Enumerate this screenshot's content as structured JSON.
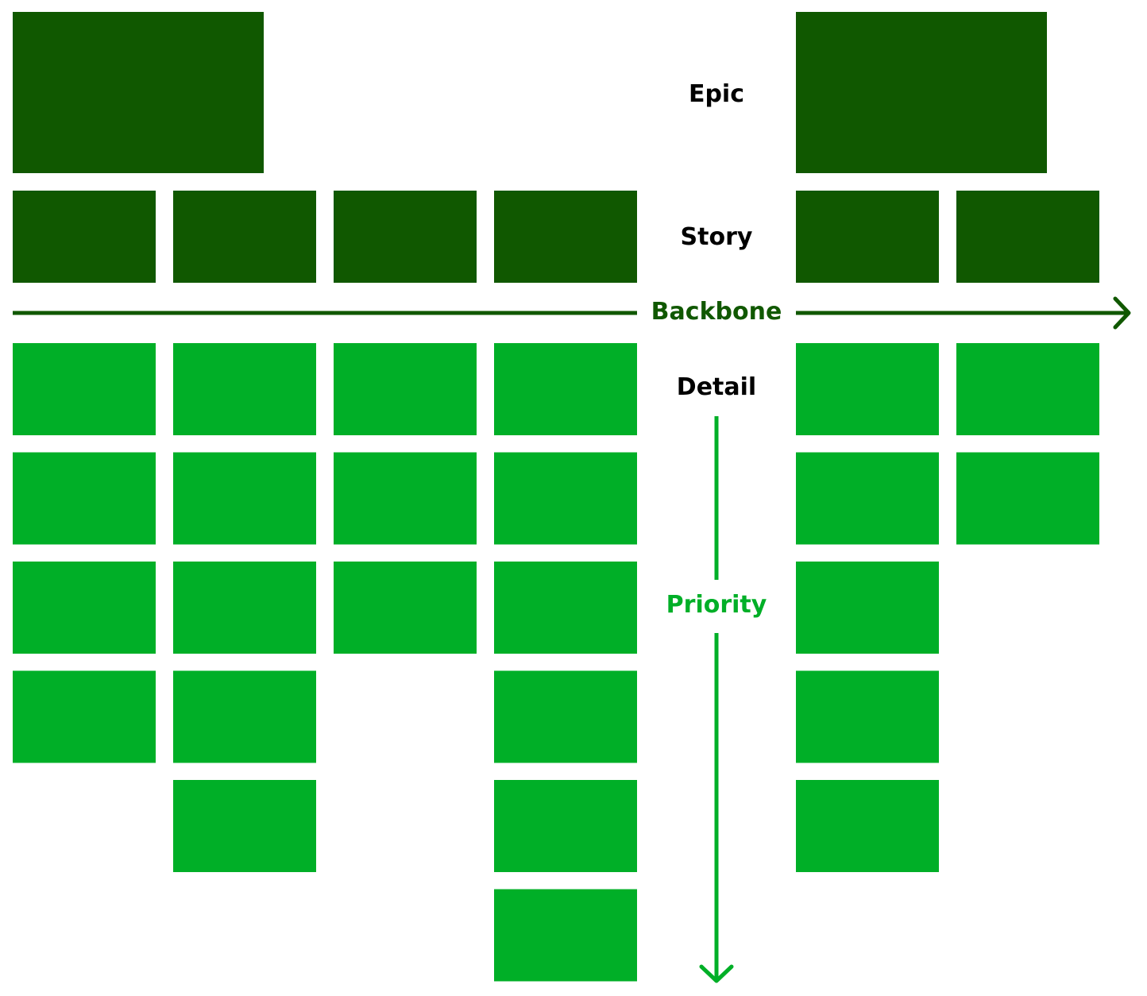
{
  "labels": {
    "epic": "Epic",
    "story": "Story",
    "backbone": "Backbone",
    "detail": "Detail",
    "priority": "Priority"
  },
  "colors": {
    "dark_green": "#105800",
    "bright_green": "#00AF27",
    "background": "#FFFFFF",
    "label_text": "#000000"
  },
  "groups": [
    {
      "name": "left",
      "epics": 1,
      "story_columns": [
        {
          "detail_cards": 4
        },
        {
          "detail_cards": 5
        },
        {
          "detail_cards": 3
        },
        {
          "detail_cards": 6
        }
      ]
    },
    {
      "name": "right",
      "epics": 1,
      "story_columns": [
        {
          "detail_cards": 5
        },
        {
          "detail_cards": 2
        }
      ]
    }
  ]
}
